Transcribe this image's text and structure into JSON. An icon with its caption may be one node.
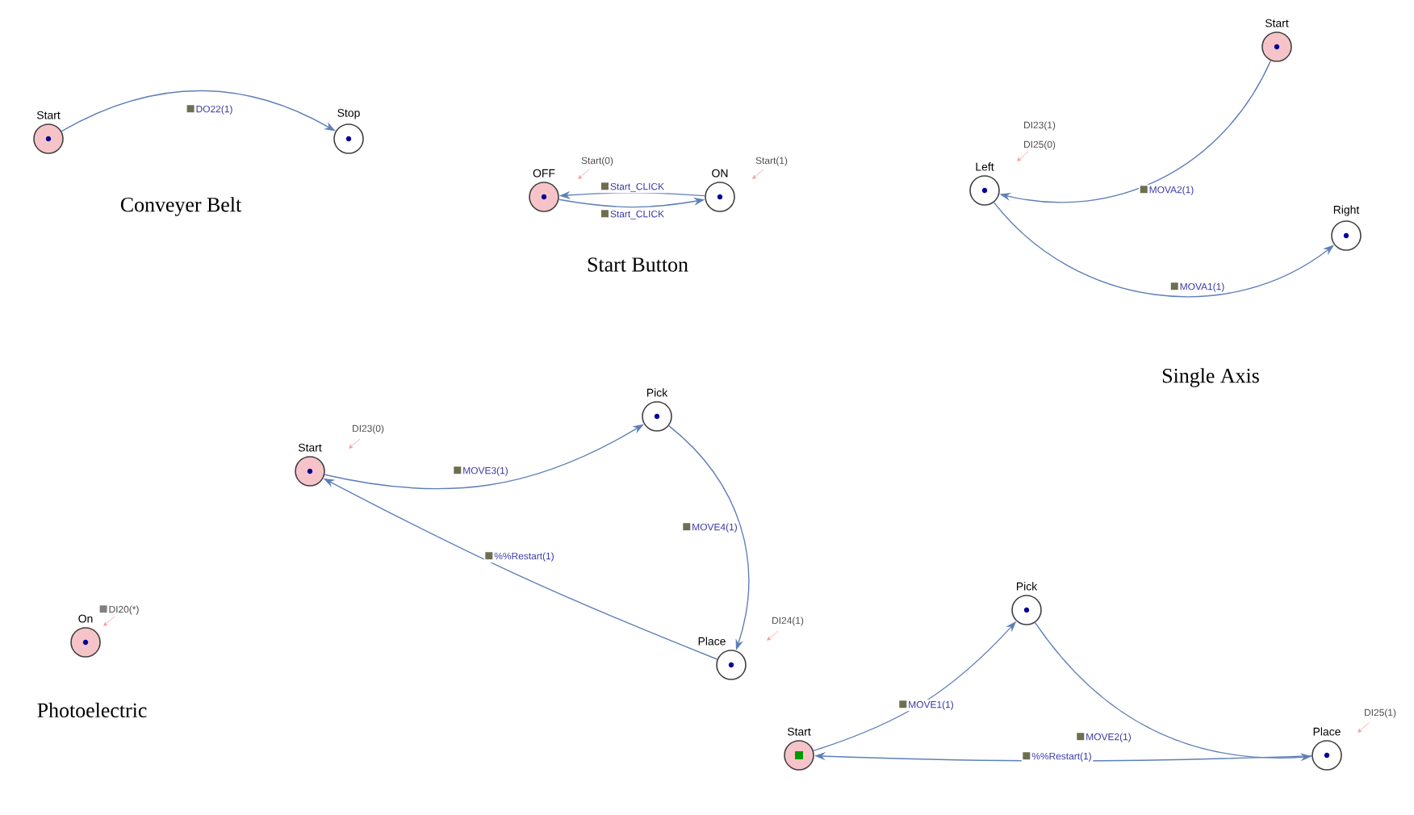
{
  "diagram": {
    "nodes": [
      {
        "text": [
          "Start"
        ]
      },
      {
        "text": [
          "Stop"
        ]
      },
      {
        "text": [
          "OFF"
        ],
        "beside": [
          "Start(0)"
        ]
      },
      {
        "text": [
          "ON"
        ],
        "beside": [
          "Start(1)"
        ]
      },
      {
        "text": [
          "Start"
        ]
      },
      {
        "text": [
          "Left"
        ],
        "beside": [
          "DI23(1)",
          "DI25(0)"
        ]
      },
      {
        "text": [
          "Right"
        ]
      },
      {
        "text": [
          "Start"
        ],
        "beside": [
          "DI23(0)"
        ]
      },
      {
        "text": [
          "Pick"
        ]
      },
      {
        "text": [
          "Place"
        ],
        "beside": [
          "DI24(1)"
        ]
      },
      {
        "text": [
          "On"
        ],
        "beside": [
          "DI20(*)"
        ]
      },
      {
        "text": [
          "Pick"
        ]
      },
      {
        "text": [
          "Start"
        ]
      },
      {
        "text": [
          "Place"
        ],
        "beside": [
          "DI25(1)"
        ]
      }
    ],
    "edges": [
      {
        "from": 0,
        "to": 1,
        "arrow": "to",
        "label": "DO22(1)"
      },
      {
        "from": 3,
        "to": 2,
        "arrow": "to",
        "label": "Start_CLICK"
      },
      {
        "from": 2,
        "to": 3,
        "arrow": "to",
        "label": "Start_CLICK"
      },
      {
        "from": 4,
        "to": 5,
        "arrow": "to",
        "label": "MOVA2(1)"
      },
      {
        "from": 5,
        "to": 6,
        "arrow": "to",
        "label": "MOVA1(1)"
      },
      {
        "from": 7,
        "to": 8,
        "arrow": "to",
        "label": "MOVE3(1)"
      },
      {
        "from": 8,
        "to": 9,
        "arrow": "to",
        "label": "MOVE4(1)"
      },
      {
        "from": 9,
        "to": 7,
        "arrow": "to",
        "label": "%%Restart(1)"
      },
      {
        "from": 12,
        "to": 11,
        "arrow": "to",
        "label": "MOVE1(1)"
      },
      {
        "from": 11,
        "to": 13,
        "arrow": "to",
        "label": "MOVE2(1)"
      },
      {
        "from": 13,
        "to": 12,
        "arrow": "to",
        "label": "%%Restart(1)"
      }
    ],
    "labels": [
      "Conveyer Belt",
      "Start Button",
      "Single Axis",
      "Photoelectric"
    ]
  }
}
